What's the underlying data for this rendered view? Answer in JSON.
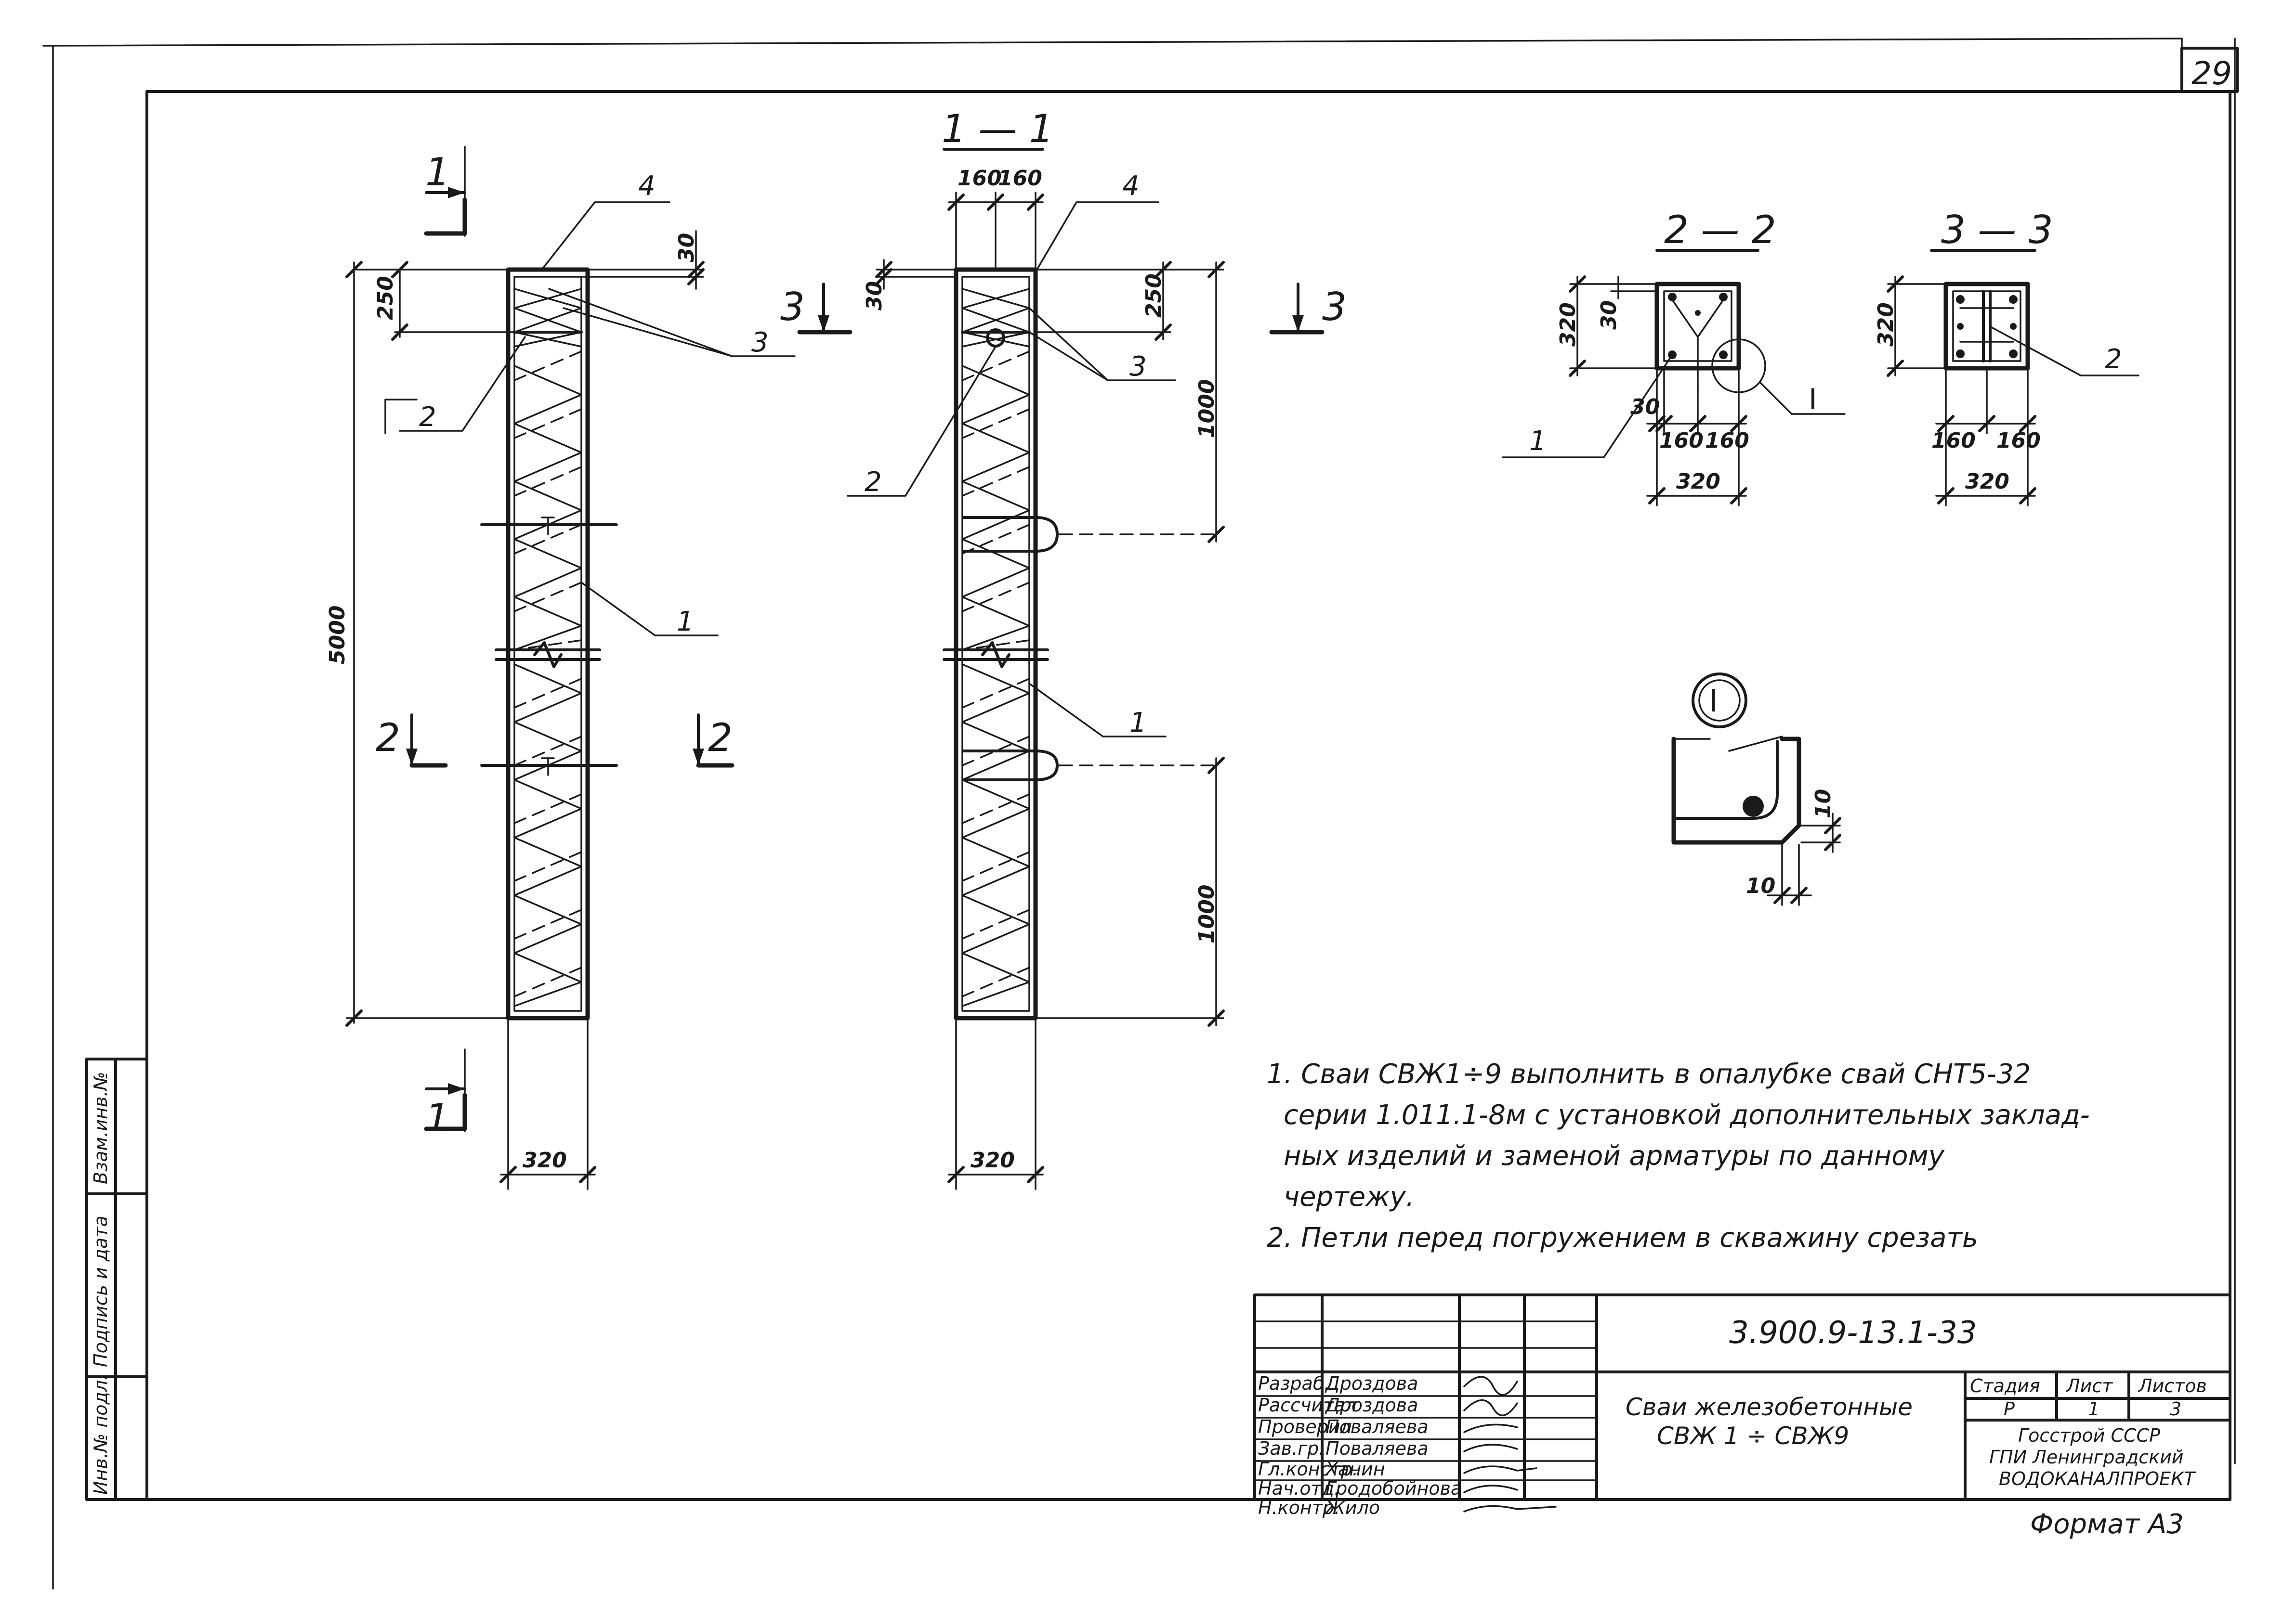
{
  "sheet": {
    "number": "29",
    "format": "Формат А3"
  },
  "views": {
    "left": {
      "cut_mark": "1",
      "overall_height": "5000",
      "top_height": "250",
      "top_cover": "30",
      "width": "320",
      "section_mark": "2",
      "callouts": [
        "4",
        "3",
        "2",
        "1"
      ]
    },
    "mid": {
      "title": "1 — 1",
      "half_width_a": "160",
      "half_width_b": "160",
      "top_cover": "30",
      "top_height": "250",
      "upper_loop": "1000",
      "lower_loop": "1000",
      "width": "320",
      "section_mark": "3",
      "callouts": [
        "4",
        "3",
        "2",
        "1"
      ]
    }
  },
  "sections": {
    "s22": {
      "title": "2 — 2",
      "height": "320",
      "cover_top": "30",
      "cover_side": "30",
      "half_a": "160",
      "half_b": "160",
      "width": "320",
      "callout": "1",
      "detail": "I"
    },
    "s33": {
      "title": "3 — 3",
      "height": "320",
      "half_a": "160",
      "half_b": "160",
      "width": "320",
      "callout": "2"
    }
  },
  "detail_I": {
    "mark": "I",
    "dim_a": "10",
    "dim_b": "10"
  },
  "notes": [
    "1. Сваи СВЖ1÷9 выполнить в опалубке свай СНТ5-32",
    "серии 1.011.1-8м с установкой дополнительных заклад-",
    "ных изделий и заменой арматуры по данному",
    "чертежу.",
    "2. Петли перед погружением в скважину срезать"
  ],
  "side_stamp": [
    "Инв.№ подл.",
    "Подпись и дата",
    "Взам.инв.№"
  ],
  "title_block": {
    "code": "3.900.9-13.1-33",
    "title_line1": "Сваи железобетонные",
    "title_line2": "СВЖ 1 ÷ СВЖ9",
    "roles": [
      {
        "role": "Разраб.",
        "name": "Дроздова"
      },
      {
        "role": "Рассчитал",
        "name": "Дроздова"
      },
      {
        "role": "Проверил",
        "name": "Поваляева"
      },
      {
        "role": "Зав.гр.",
        "name": "Поваляева"
      },
      {
        "role": "Гл.констр.",
        "name": "Ханин"
      },
      {
        "role": "Нач.отд.",
        "name": "Гродобойнова"
      },
      {
        "role": "Н.контр.",
        "name": "Жило"
      }
    ],
    "stage_label": "Стадия",
    "sheet_label": "Лист",
    "sheets_label": "Листов",
    "stage": "Р",
    "sheet": "1",
    "sheets": "3",
    "org1": "Госстрой СССР",
    "org2": "ГПИ Ленинградский",
    "org3": "ВОДОКАНАЛПРОЕКТ"
  }
}
